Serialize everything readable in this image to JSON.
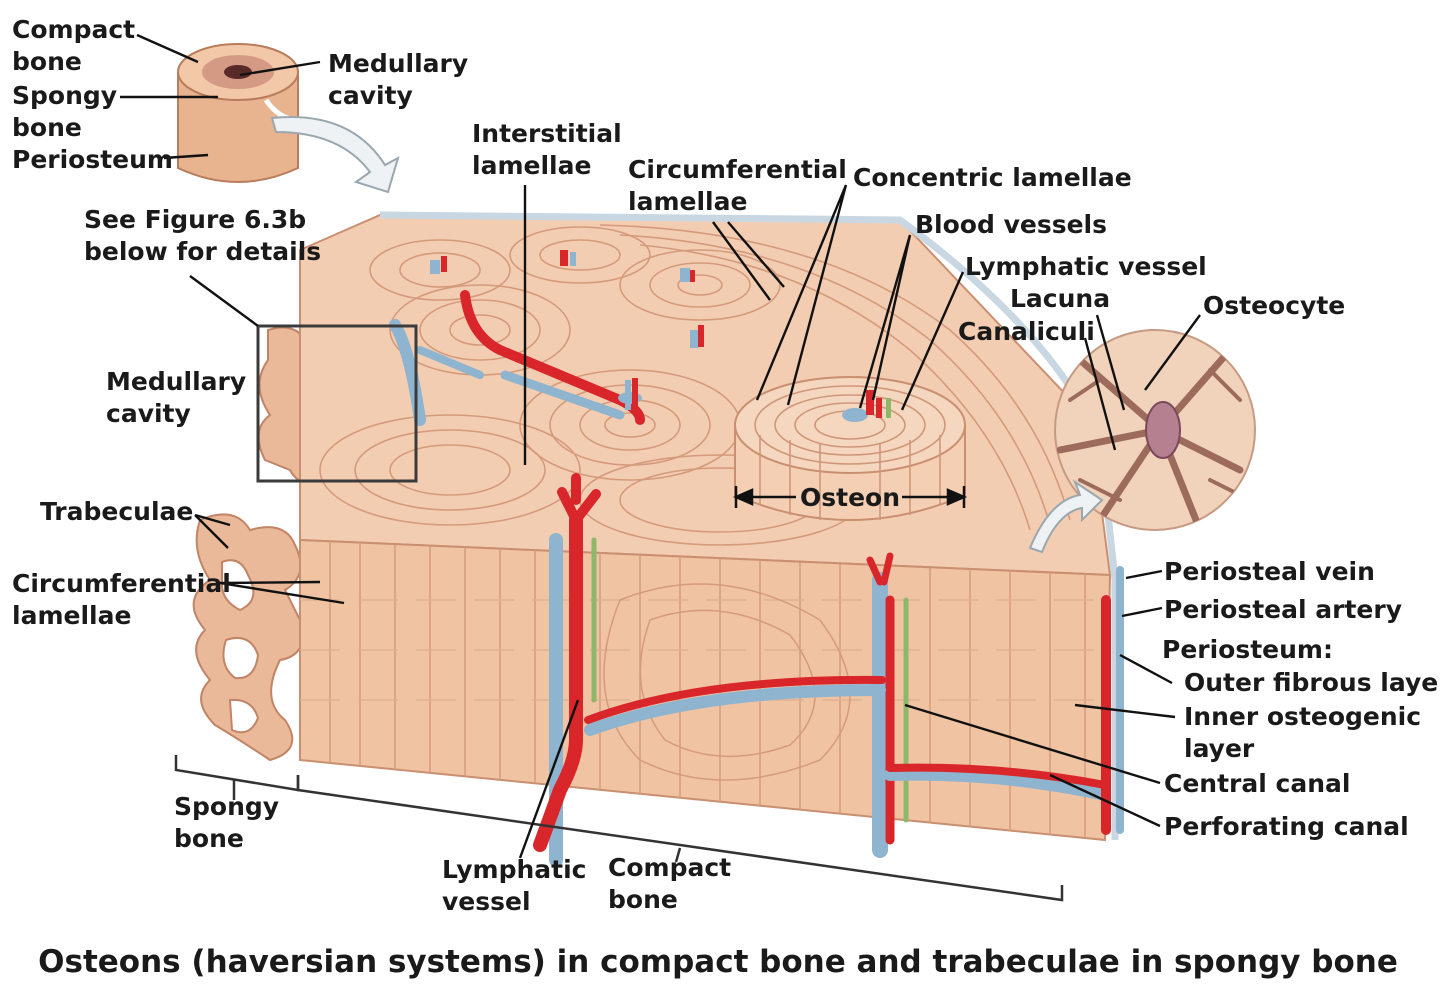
{
  "caption": "Osteons (haversian systems) in compact bone and trabeculae in spongy bone",
  "labels": {
    "inset_compact_bone": [
      "Compact",
      "bone"
    ],
    "inset_spongy_bone": [
      "Spongy",
      "bone"
    ],
    "inset_periosteum": [
      "Periosteum"
    ],
    "inset_medullary_cavity": [
      "Medullary",
      "cavity"
    ],
    "interstitial_lamellae": [
      "Interstitial",
      "lamellae"
    ],
    "circumferential_lamellae_top": [
      "Circumferential",
      "lamellae"
    ],
    "concentric_lamellae": [
      "Concentric lamellae"
    ],
    "blood_vessels": [
      "Blood vessels"
    ],
    "lymphatic_vessel_top": [
      "Lymphatic vessel"
    ],
    "lacuna": [
      "Lacuna"
    ],
    "canaliculi": [
      "Canaliculi"
    ],
    "osteocyte": [
      "Osteocyte"
    ],
    "see_figure": [
      "See Figure 6.3b",
      "below for details"
    ],
    "medullary_cavity": [
      "Medullary",
      "cavity"
    ],
    "trabeculae": [
      "Trabeculae"
    ],
    "circumferential_lamellae_left": [
      "Circumferential",
      "lamellae"
    ],
    "osteon": [
      "Osteon"
    ],
    "periosteal_vein": [
      "Periosteal vein"
    ],
    "periosteal_artery": [
      "Periosteal artery"
    ],
    "periosteum_heading": [
      "Periosteum:"
    ],
    "outer_fibrous_layer": [
      "Outer fibrous layer"
    ],
    "inner_osteogenic_layer": [
      "Inner osteogenic",
      "layer"
    ],
    "central_canal": [
      "Central canal"
    ],
    "perforating_canal": [
      "Perforating canal"
    ],
    "spongy_bone_bottom": [
      "Spongy",
      "bone"
    ],
    "lymphatic_vessel_bottom": [
      "Lymphatic",
      "vessel"
    ],
    "compact_bone_bottom": [
      "Compact",
      "bone"
    ]
  },
  "colors": {
    "bone": "#f0c6a6",
    "bone_light": "#f6d9c2",
    "bone_dark": "#d89b7c",
    "lamella_line": "#c98f70",
    "artery": "#d8262b",
    "vein": "#8fb4cf",
    "lymphatic": "#8db86a",
    "periosteum": "#dfe8ef",
    "text": "#1a1a1a"
  }
}
